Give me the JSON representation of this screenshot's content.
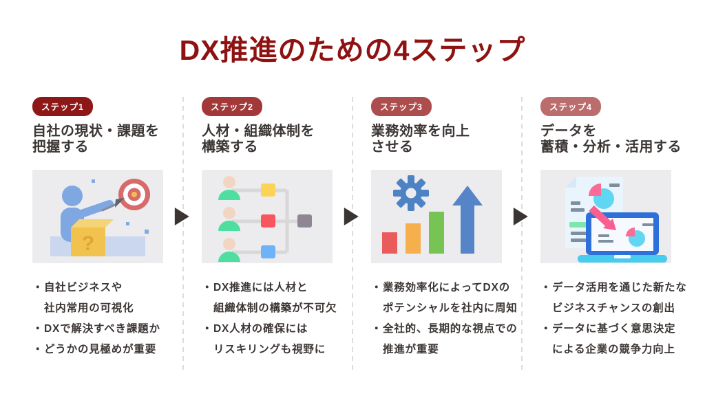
{
  "page_title": "DX推進のための4ステップ",
  "bullet_marker": "・",
  "colors": {
    "title": "#8E1212",
    "heading_text": "#3B3634",
    "bullet_text": "#3B3634",
    "illustration_bg": "#ECECEE",
    "divider": "#DCDCDC",
    "step_arrow": "#3A3533"
  },
  "steps": [
    {
      "badge": "ステップ1",
      "badge_color": "#8E1717",
      "title_lines": [
        "自社の現状・課題を",
        "把握する"
      ],
      "illustration_icon": "dart-target-icon",
      "bullets": [
        {
          "bullet": true,
          "text": "自社ビジネスや"
        },
        {
          "bullet": false,
          "text": "社内常用の可視化"
        },
        {
          "bullet": true,
          "text": "DXで解決すべき課題か"
        },
        {
          "bullet": true,
          "text": "どうかの見極めが重要"
        }
      ]
    },
    {
      "badge": "ステップ2",
      "badge_color": "#A23838",
      "title_lines": [
        "人材・組織体制を",
        "構築する"
      ],
      "illustration_icon": "org-chart-icon",
      "bullets": [
        {
          "bullet": true,
          "text": "DX推進には人材と"
        },
        {
          "bullet": false,
          "text": "組織体制の構築が不可欠"
        },
        {
          "bullet": true,
          "text": "DX人材の確保には"
        },
        {
          "bullet": false,
          "text": "リスキリングも視野に"
        }
      ]
    },
    {
      "badge": "ステップ3",
      "badge_color": "#AD4D4D",
      "title_lines": [
        "業務効率を向上",
        "させる"
      ],
      "illustration_icon": "growth-chart-icon",
      "bullets": [
        {
          "bullet": true,
          "text": "業務効率化によってDXの"
        },
        {
          "bullet": false,
          "text": "ポテンシャルを社内に周知"
        },
        {
          "bullet": true,
          "text": "全社的、長期的な視点での"
        },
        {
          "bullet": false,
          "text": "推進が重要"
        }
      ]
    },
    {
      "badge": "ステップ4",
      "badge_color": "#BB6C6C",
      "title_lines": [
        "データを",
        "蓄積・分析・活用する"
      ],
      "illustration_icon": "data-analysis-icon",
      "bullets": [
        {
          "bullet": true,
          "text": "データ活用を通じた新たな"
        },
        {
          "bullet": false,
          "text": "ビジネスチャンスの創出"
        },
        {
          "bullet": true,
          "text": "データに基づく意思決定"
        },
        {
          "bullet": false,
          "text": "による企業の競争力向上"
        }
      ]
    }
  ]
}
